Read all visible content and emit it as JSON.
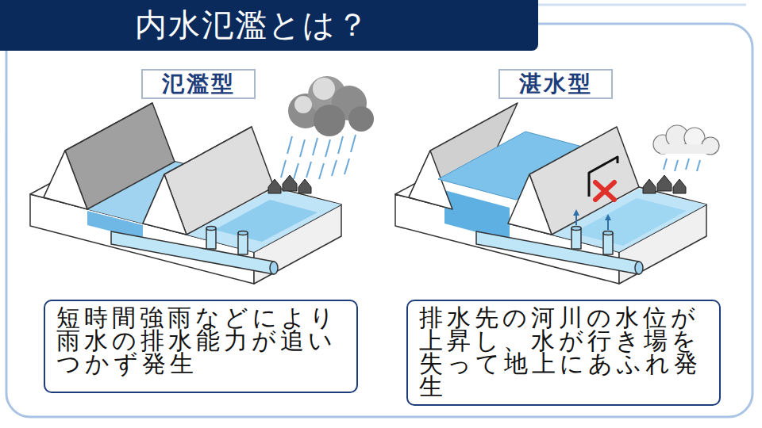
{
  "diagram": {
    "title": "内水氾濫とは？",
    "nodes": [
      {
        "text": [
          "氾濫型"
        ]
      },
      {
        "text": [
          "短時間強雨などにより雨水の排水能力が追いつかず発生"
        ]
      },
      {
        "text": [
          "湛水型"
        ]
      },
      {
        "text": [
          "排水先の河川の水位が上昇し、水が行き場を失って地上にあふれ発生"
        ]
      }
    ]
  }
}
